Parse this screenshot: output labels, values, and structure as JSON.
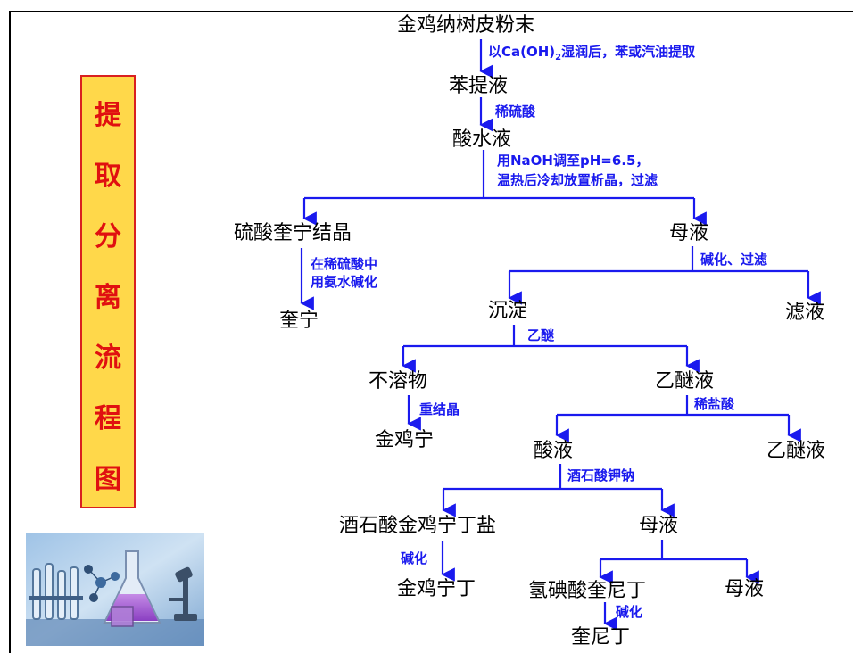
{
  "title_chars": [
    "提",
    "取",
    "分",
    "离",
    "流",
    "程",
    "图"
  ],
  "nodes": {
    "bark_powder": "金鸡纳树皮粉末",
    "benzene_extract": "苯提液",
    "acid_water": "酸水液",
    "quinine_sulfate_crystal": "硫酸奎宁结晶",
    "mother_liquor_1": "母液",
    "quinine": "奎宁",
    "precipitate": "沉淀",
    "filtrate": "滤液",
    "insoluble": "不溶物",
    "ether_solution_1": "乙醚液",
    "cinchonine": "金鸡宁",
    "acid_solution": "酸液",
    "ether_solution_2": "乙醚液",
    "cinchonine_tartrate": "酒石酸金鸡宁丁盐",
    "mother_liquor_2": "母液",
    "cinchonidine": "金鸡宁丁",
    "quinidine_hydroiodide": "氢碘酸奎尼丁",
    "mother_liquor_3": "母液",
    "quinidine": "奎尼丁"
  },
  "steps": {
    "s1_prefix": "以Ca(OH)",
    "s1_sub": "2",
    "s1_suffix": "湿润后，苯或汽油提取",
    "s2": "稀硫酸",
    "s3_line1": "用NaOH调至pH=6.5，",
    "s3_line2": "温热后冷却放置析晶，过滤",
    "s4_line1": "在稀硫酸中",
    "s4_line2": "用氨水碱化",
    "s5": "碱化、过滤",
    "s6": "乙醚",
    "s7": "重结晶",
    "s8": "稀盐酸",
    "s9": "酒石酸钾钠",
    "s10": "碱化",
    "s11": "碱化"
  },
  "colors": {
    "arrow": "#1a1aee",
    "title_bg": "#ffd84a",
    "title_text": "#e01010"
  }
}
